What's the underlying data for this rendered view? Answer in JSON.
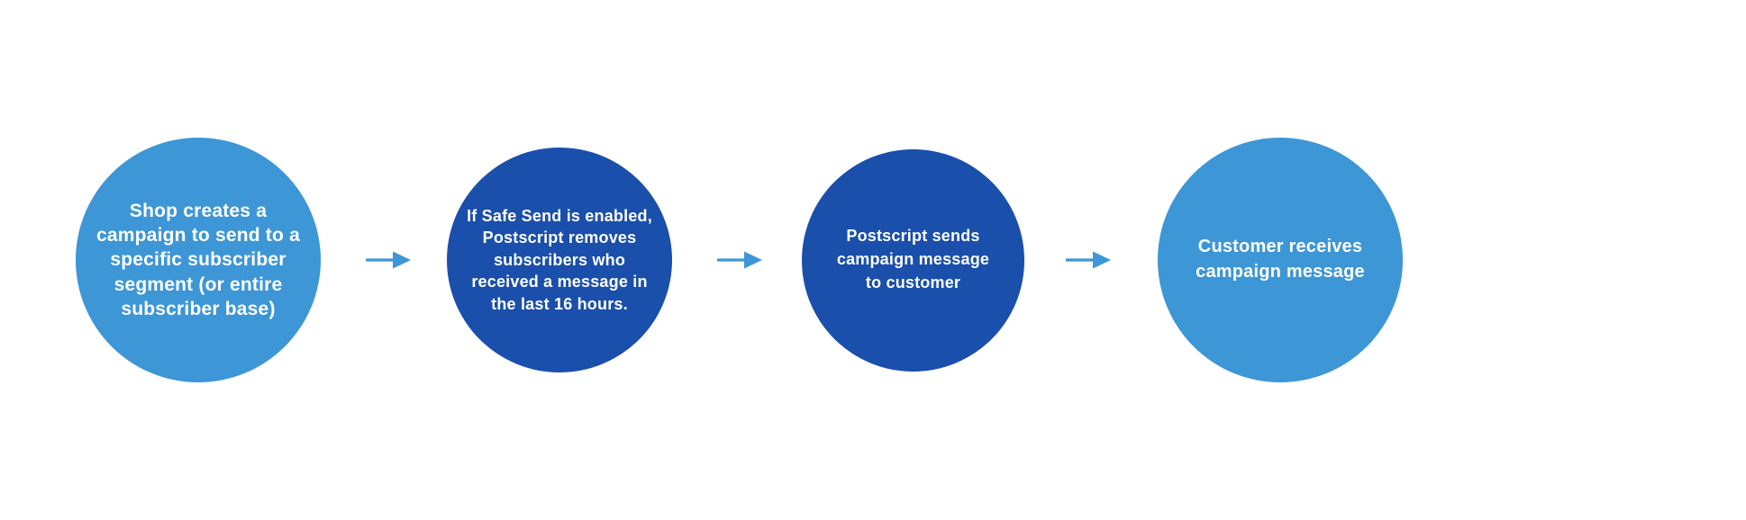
{
  "diagram": {
    "type": "horizontal-flow",
    "background_color": "#ffffff",
    "palette": {
      "light_blue": "#3D96D6",
      "dark_blue": "#1A4FAB",
      "arrow_color": "#3D96D6",
      "text_color": "#ffffff"
    },
    "nodes": [
      {
        "id": "node-1",
        "shape": "circle",
        "fill": "#3D96D6",
        "label": "Shop creates a campaign to send to a specific subscriber segment (or entire subscriber base)"
      },
      {
        "id": "node-2",
        "shape": "circle",
        "fill": "#1A4FAB",
        "label": "If Safe Send is enabled, Postscript removes subscribers who received a message in the last 16 hours."
      },
      {
        "id": "node-3",
        "shape": "circle",
        "fill": "#1A4FAB",
        "label": "Postscript sends campaign message to customer"
      },
      {
        "id": "node-4",
        "shape": "circle",
        "fill": "#3D96D6",
        "label": "Customer receives campaign message"
      }
    ],
    "connectors": [
      {
        "id": "arrow-1",
        "from": "node-1",
        "to": "node-2",
        "icon": "arrow-right-icon",
        "color": "#3D96D6"
      },
      {
        "id": "arrow-2",
        "from": "node-2",
        "to": "node-3",
        "icon": "arrow-right-icon",
        "color": "#3D96D6"
      },
      {
        "id": "arrow-3",
        "from": "node-3",
        "to": "node-4",
        "icon": "arrow-right-icon",
        "color": "#3D96D6"
      }
    ]
  }
}
